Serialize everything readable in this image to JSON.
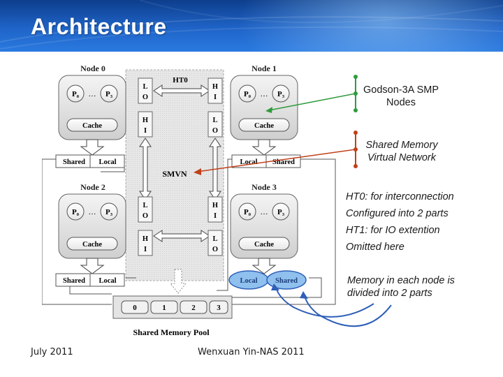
{
  "slide": {
    "title": "Architecture",
    "footer_date": "July 2011",
    "footer_author": "Wenxuan Yin-NAS 2011"
  },
  "diagram": {
    "nodes": [
      {
        "label": "Node 0"
      },
      {
        "label": "Node 1"
      },
      {
        "label": "Node 2"
      },
      {
        "label": "Node 3"
      }
    ],
    "processor_labels": [
      "P₀",
      "P₃"
    ],
    "ellipsis": "…",
    "cache_label": "Cache",
    "lo_letters": [
      "L",
      "O"
    ],
    "hi_letters": [
      "H",
      "I"
    ],
    "ht0_label": "HT0",
    "smvn_label": "SMVN",
    "shared_label": "Shared",
    "local_label": "Local",
    "pool_blocks": [
      "0",
      "1",
      "2",
      "3"
    ],
    "pool_label": "Shared Memory Pool"
  },
  "annotations": {
    "godson_line1": "Godson-3A SMP",
    "godson_line2": "Nodes",
    "smvn_line1": "Shared Memory",
    "smvn_line2": "Virtual Network",
    "ht0_note": "HT0: for interconnection",
    "ht0_note2": "Configured into 2 parts",
    "ht1_note": "HT1: for IO extention",
    "ht1_note2": "Omitted here",
    "memory_note1": "Memory in each node is",
    "memory_note2": "divided into 2 parts"
  },
  "colors": {
    "header_blue": "#1f64c8",
    "green_callout": "#2e9b3c",
    "red_callout": "#c0401a",
    "blue_callout": "#2f5fb8",
    "local_highlight": "#8fc0ee"
  }
}
